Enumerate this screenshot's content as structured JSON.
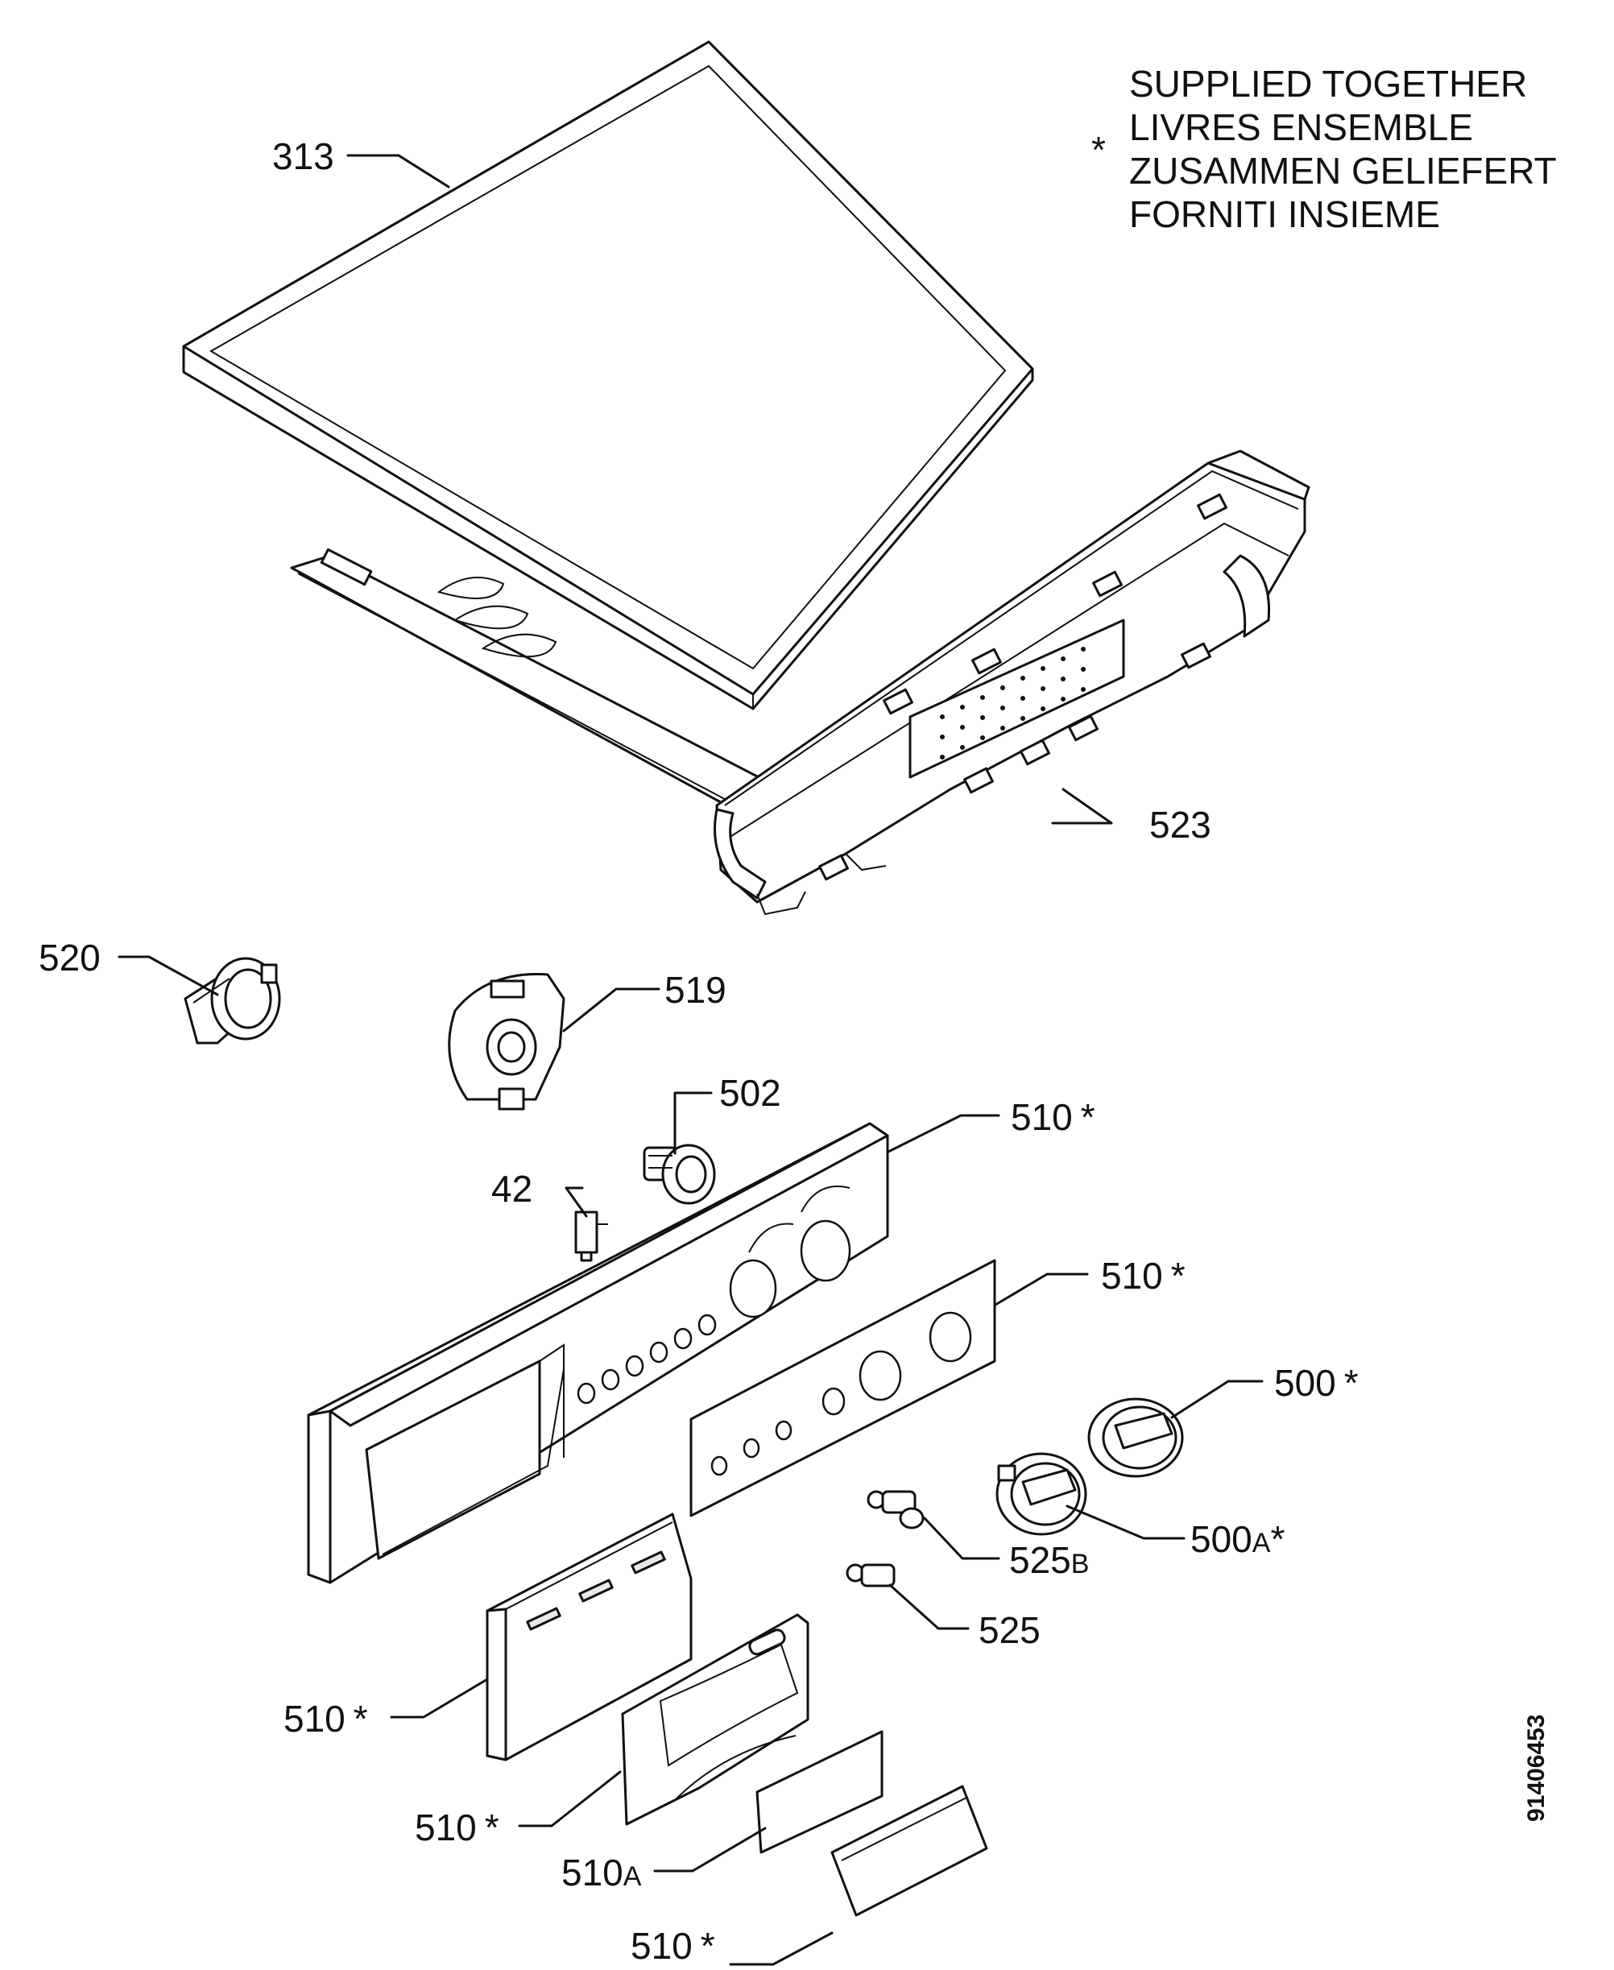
{
  "legend": {
    "symbol": "*",
    "lines": [
      "SUPPLIED TOGETHER",
      "LIVRES ENSEMBLE",
      "ZUSAMMEN GELIEFERT",
      "FORNITI INSIEME"
    ]
  },
  "callouts": {
    "p313": {
      "text": "313",
      "sub": ""
    },
    "p523": {
      "text": "523",
      "sub": ""
    },
    "p520": {
      "text": "520",
      "sub": ""
    },
    "p519": {
      "text": "519",
      "sub": ""
    },
    "p502": {
      "text": "502",
      "sub": ""
    },
    "p510a": {
      "text": "510",
      "sub": "",
      "star": "*"
    },
    "p42": {
      "text": "42",
      "sub": ""
    },
    "p510b": {
      "text": "510",
      "sub": "",
      "star": "*"
    },
    "p500": {
      "text": "500",
      "sub": "",
      "star": "*"
    },
    "p500A": {
      "text": "500",
      "sub": "A",
      "star": "*"
    },
    "p525B": {
      "text": "525",
      "sub": "B"
    },
    "p525": {
      "text": "525",
      "sub": ""
    },
    "p510c": {
      "text": "510",
      "sub": "",
      "star": "*"
    },
    "p510d": {
      "text": "510",
      "sub": "",
      "star": "*"
    },
    "p510A": {
      "text": "510",
      "sub": "A"
    },
    "p510e": {
      "text": "510",
      "sub": "",
      "star": "*"
    }
  },
  "doc_number": "91406453"
}
